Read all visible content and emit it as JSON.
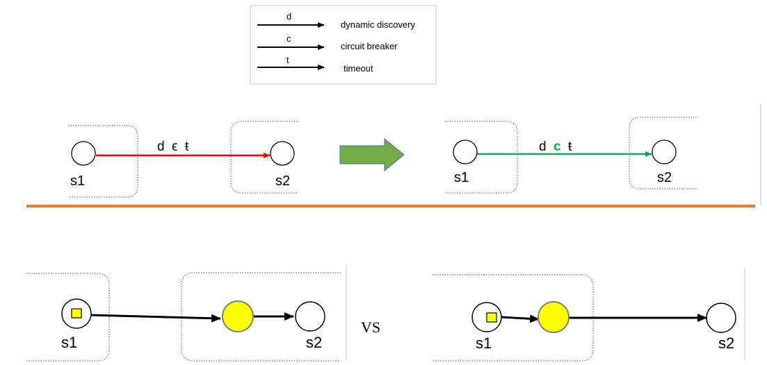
{
  "legend": {
    "items": [
      {
        "key": "d",
        "label": "dynamic discovery"
      },
      {
        "key": "c",
        "label": "circuit breaker"
      },
      {
        "key": "t",
        "label": "timeout"
      }
    ]
  },
  "top_left": {
    "node_a": "s1",
    "node_b": "s2",
    "edge_d": "d",
    "edge_c": "ϵ",
    "edge_t": "ŧ"
  },
  "top_right": {
    "node_a": "s1",
    "node_b": "s2",
    "edge_d": "d",
    "edge_c": "c",
    "edge_t": "ŧ"
  },
  "bottom_left": {
    "node_a": "s1",
    "node_b": "s2"
  },
  "vs_label": "VS",
  "bottom_right": {
    "node_a": "s1",
    "node_b": "s2"
  },
  "colors": {
    "red_edge": "#ff0000",
    "green_edge": "#00b050",
    "green_label": "#00b050",
    "divider": "#ed7d31",
    "arrow_fill": "#70ad47",
    "arrow_stroke": "#41719c",
    "group_border": "#4472c4",
    "highlight": "#ffff00"
  }
}
